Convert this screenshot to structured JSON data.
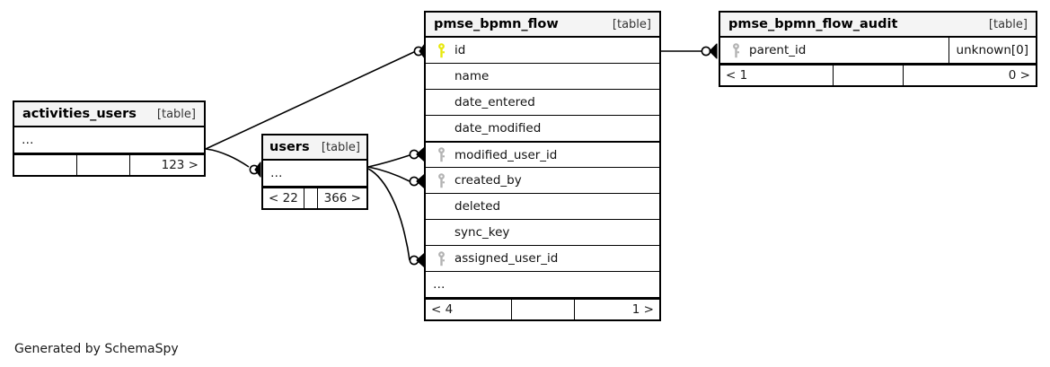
{
  "diagram": {
    "caption": "Generated by SchemaSpy",
    "table_tag": "[table]",
    "ellipsis": "…",
    "colors": {
      "primary_key": "#e8e80d",
      "foreign_key": "#b3b3b3",
      "header_bg": "#f4f4f4",
      "border": "#000000",
      "background": "#ffffff"
    }
  },
  "tables": [
    {
      "id": "activities_users",
      "name": "activities_users",
      "tag": "[table]",
      "rows": [
        {
          "key": "none",
          "name": "…",
          "type": ""
        }
      ],
      "footer": [
        "",
        "",
        "123 >"
      ]
    },
    {
      "id": "users",
      "name": "users",
      "tag": "[table]",
      "rows": [
        {
          "key": "none",
          "name": "…",
          "type": ""
        }
      ],
      "footer": [
        "< 22",
        "",
        "366 >"
      ]
    },
    {
      "id": "pmse_bpmn_flow",
      "name": "pmse_bpmn_flow",
      "tag": "[table]",
      "rows": [
        {
          "key": "primary",
          "name": "id",
          "type": ""
        },
        {
          "key": "none",
          "name": "name",
          "type": ""
        },
        {
          "key": "none",
          "name": "date_entered",
          "type": ""
        },
        {
          "key": "none",
          "name": "date_modified",
          "type": ""
        },
        {
          "key": "foreign",
          "name": "modified_user_id",
          "type": ""
        },
        {
          "key": "foreign",
          "name": "created_by",
          "type": ""
        },
        {
          "key": "none",
          "name": "deleted",
          "type": ""
        },
        {
          "key": "none",
          "name": "sync_key",
          "type": ""
        },
        {
          "key": "foreign",
          "name": "assigned_user_id",
          "type": ""
        },
        {
          "key": "none",
          "name": "…",
          "type": ""
        }
      ],
      "footer": [
        "< 4",
        "",
        "1 >"
      ]
    },
    {
      "id": "pmse_bpmn_flow_audit",
      "name": "pmse_bpmn_flow_audit",
      "tag": "[table]",
      "rows": [
        {
          "key": "foreign",
          "name": "parent_id",
          "type": "unknown[0]"
        }
      ],
      "footer": [
        "< 1",
        "",
        "0 >"
      ]
    }
  ],
  "relationships": [
    {
      "from": "activities_users",
      "to": "pmse_bpmn_flow.id",
      "label": ""
    },
    {
      "from": "activities_users",
      "to": "users",
      "label": ""
    },
    {
      "from": "users",
      "to": "pmse_bpmn_flow.modified_user_id",
      "label": ""
    },
    {
      "from": "users",
      "to": "pmse_bpmn_flow.created_by",
      "label": ""
    },
    {
      "from": "users",
      "to": "pmse_bpmn_flow.assigned_user_id",
      "label": ""
    },
    {
      "from": "pmse_bpmn_flow.id",
      "to": "pmse_bpmn_flow_audit.parent_id",
      "label": ""
    }
  ]
}
